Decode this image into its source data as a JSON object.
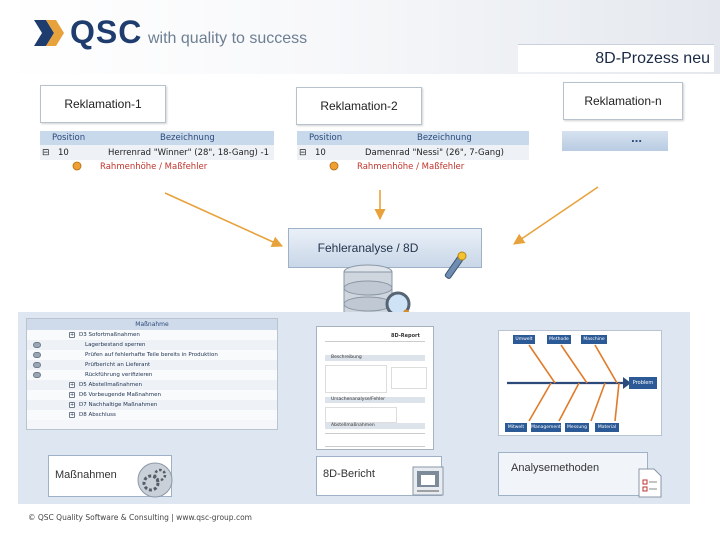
{
  "header": {
    "logo_text": "QSC",
    "tagline": "with quality to success",
    "title": "8D-Prozess neu"
  },
  "claims": {
    "claim1": {
      "label": "Reklamation-1"
    },
    "claim2": {
      "label": "Reklamation-2"
    },
    "claimN": {
      "label": "Reklamation-n",
      "ellipsis": "..."
    }
  },
  "table1": {
    "col_position": "Position",
    "col_bezeichnung": "Bezeichnung",
    "row_pos": "10",
    "row_desc": "Herrenrad \"Winner\" (28\", 18-Gang) -1",
    "sub_desc": "Rahmenhöhe / Maßfehler"
  },
  "table2": {
    "col_position": "Position",
    "col_bezeichnung": "Bezeichnung",
    "row_pos": "10",
    "row_desc": "Damenrad \"Nessi\" (26\", 7-Gang)",
    "sub_desc": "Rahmenhöhe / Maßfehler"
  },
  "analysis": {
    "label": "Fehleranalyse / 8D"
  },
  "measures_tree": {
    "header": "Maßnahme",
    "items": [
      "D3 Sofortmaßnahmen",
      "Lagerbestand sperren",
      "Prüfen auf fehlerhafte Teile bereits in Produktion",
      "Prüfbericht an Lieferant",
      "Rückführung verifizieren",
      "D5 Abstellmaßnahmen",
      "D6 Vorbeugende Maßnahmen",
      "D7 Nachhaltige Maßnahmen",
      "D8 Abschluss"
    ]
  },
  "report_preview": {
    "title": "8D-Report",
    "section1": "Beschreibung",
    "section2": "Ursachenanalyse/Fehler",
    "section3": "Abstellmaßnahmen"
  },
  "fishbone": {
    "top_labels": [
      "Umwelt",
      "Methode",
      "Maschine"
    ],
    "bottom_labels": [
      "Mitwelt",
      "Management",
      "Messung",
      "Material"
    ],
    "effect": "Problem"
  },
  "panels": {
    "measures": "Maßnahmen",
    "report": "8D-Bericht",
    "methods": "Analysemethoden"
  },
  "footer": {
    "text": "© QSC Quality Software & Consulting | www.qsc-group.com"
  },
  "colors": {
    "arrow": "#e8a23c",
    "brand": "#1f3c6e",
    "panel": "#dde6f1"
  }
}
